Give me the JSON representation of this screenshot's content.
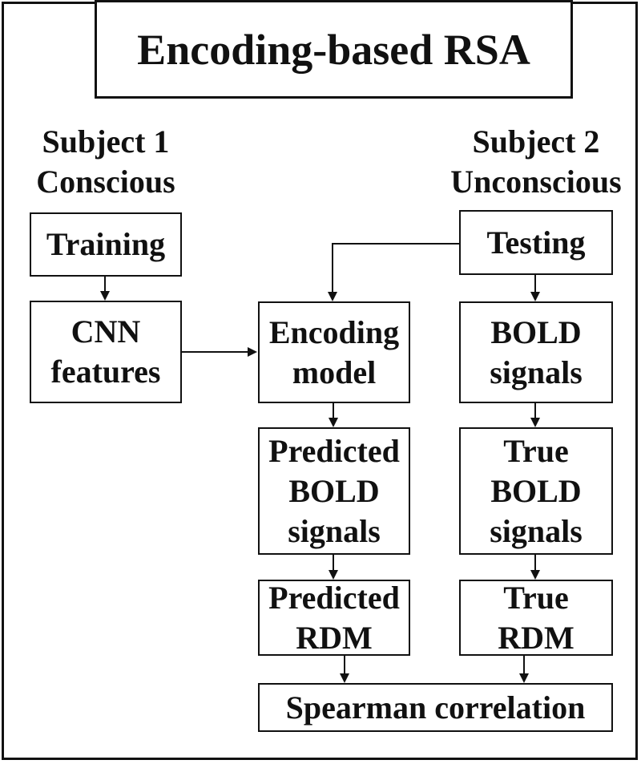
{
  "figure": {
    "title": "Encoding-based RSA"
  },
  "groups": {
    "subject1": {
      "label": "Subject 1\nConscious"
    },
    "subject2": {
      "label": "Subject 2\nUnconscious"
    }
  },
  "nodes": {
    "training": {
      "label": "Training"
    },
    "cnn_features": {
      "label": "CNN\nfeatures"
    },
    "encoding_model": {
      "label": "Encoding\nmodel"
    },
    "testing": {
      "label": "Testing"
    },
    "bold_signals": {
      "label": "BOLD\nsignals"
    },
    "predicted_bold_signals": {
      "label": "Predicted\nBOLD\nsignals"
    },
    "true_bold_signals": {
      "label": "True\nBOLD\nsignals"
    },
    "predicted_rdm": {
      "label": "Predicted\nRDM"
    },
    "true_rdm": {
      "label": "True\nRDM"
    },
    "spearman_correlation": {
      "label": "Spearman correlation"
    }
  },
  "edges": [
    {
      "from": "training",
      "to": "cnn_features"
    },
    {
      "from": "cnn_features",
      "to": "encoding_model"
    },
    {
      "from": "testing",
      "to": "encoding_model"
    },
    {
      "from": "testing",
      "to": "bold_signals"
    },
    {
      "from": "encoding_model",
      "to": "predicted_bold_signals"
    },
    {
      "from": "bold_signals",
      "to": "true_bold_signals"
    },
    {
      "from": "predicted_bold_signals",
      "to": "predicted_rdm"
    },
    {
      "from": "true_bold_signals",
      "to": "true_rdm"
    },
    {
      "from": "predicted_rdm",
      "to": "spearman_correlation"
    },
    {
      "from": "true_rdm",
      "to": "spearman_correlation"
    }
  ],
  "colors": {
    "background": "#ffffff",
    "line": "#111111",
    "text": "#111111"
  }
}
